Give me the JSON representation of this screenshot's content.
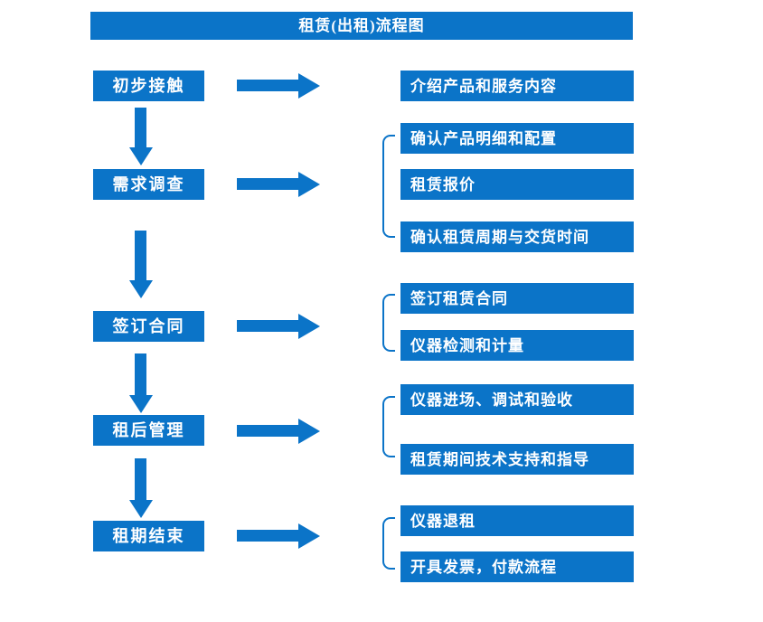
{
  "title": "租赁(出租)流程图",
  "colors": {
    "primary": "#0B74C8",
    "text_on_primary": "#FFFFFF",
    "background": "#FFFFFF"
  },
  "stages": [
    {
      "label": "初步接触",
      "details": [
        "介绍产品和服务内容"
      ]
    },
    {
      "label": "需求调查",
      "details": [
        "确认产品明细和配置",
        "租赁报价",
        "确认租赁周期与交货时间"
      ]
    },
    {
      "label": "签订合同",
      "details": [
        "签订租赁合同",
        "仪器检测和计量"
      ]
    },
    {
      "label": "租后管理",
      "details": [
        "仪器进场、调试和验收",
        "租赁期间技术支持和指导"
      ]
    },
    {
      "label": "租期结束",
      "details": [
        "仪器退租",
        "开具发票，付款流程"
      ]
    }
  ]
}
